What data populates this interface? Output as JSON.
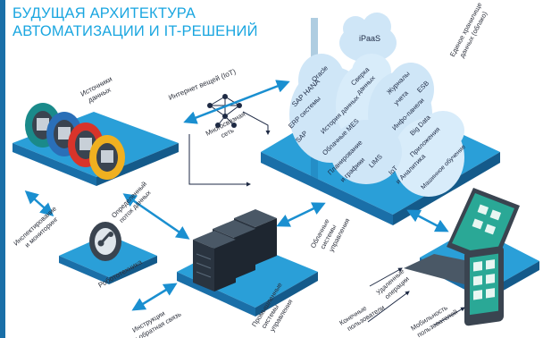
{
  "title": {
    "line1": "БУДУЩАЯ АРХИТЕКТУРА",
    "line2": "АВТОМАТИЗАЦИИ И IT-РЕШЕНИЙ"
  },
  "labels": {
    "data_sources": [
      "Источники",
      "данных"
    ],
    "iot_internet": "Интернет вещей (IoT)",
    "mesh_network": [
      "Многосвязная",
      "сеть"
    ],
    "defined_data_flow": [
      "Определенный",
      "поток данных"
    ],
    "inspection": [
      "Инспектирование",
      "и мониторинг"
    ],
    "robotics": "Робототехника",
    "instructions": [
      "Инструкции",
      "и обратная связь"
    ],
    "industrial_systems": [
      "Промышленные",
      "системы",
      "управления"
    ],
    "cloud_systems": [
      "Облачные",
      "системы",
      "управления"
    ],
    "unified_storage": [
      "Единое хранилище",
      "данных (облако)"
    ],
    "remote_ops": [
      "Удаленные",
      "операции"
    ],
    "end_users": [
      "Конечные",
      "пользователи"
    ],
    "mobility": [
      "Мобильность",
      "пользователей"
    ],
    "ipaas": "iPaaS"
  },
  "cloud_items": [
    "Oracle",
    "SAP HANA",
    "ERP системы",
    "SAP",
    "Сверка",
    "данных",
    "История данных",
    "Облачные MES",
    "Журналы",
    "учета",
    "ESB",
    "Инфо-панели",
    "Планирование",
    "и графики",
    "LIMS",
    "Big Data",
    "IoT",
    "Приложения",
    "и Аналитика",
    "Машинное обучение"
  ],
  "colors": {
    "accent": "#1aa6e0",
    "platform_top": "#2a9fd8",
    "platform_side": "#1a6fa8",
    "cloud": "#cfe6f7",
    "server": "#2a3440",
    "ring_teal": "#1a8a8a",
    "ring_blue": "#2a6fb8",
    "ring_red": "#d8342a",
    "ring_yellow": "#f0b020",
    "screen": "#2aa896"
  }
}
